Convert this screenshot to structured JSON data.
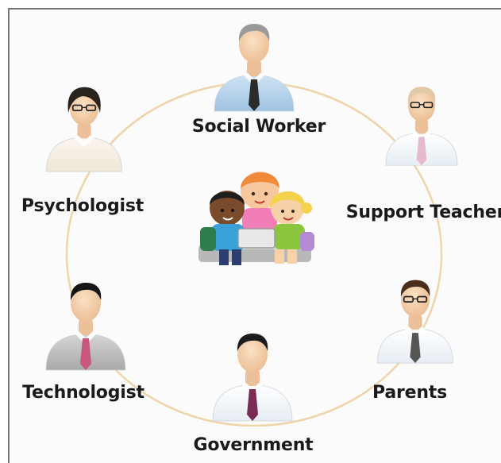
{
  "diagram": {
    "center_image": "children-group-illustration",
    "roles": [
      {
        "key": "social",
        "label": "Social Worker",
        "icon": "person-icon",
        "tie_color": "#2b2b2b"
      },
      {
        "key": "psych",
        "label": "Psychologist",
        "icon": "person-icon",
        "tie_color": "none"
      },
      {
        "key": "support",
        "label": "Support Teacher",
        "icon": "person-icon",
        "tie_color": "#e7b9cc"
      },
      {
        "key": "tech",
        "label": "Technologist",
        "icon": "person-icon",
        "tie_color": "#c9577b"
      },
      {
        "key": "parents",
        "label": "Parents",
        "icon": "person-icon",
        "tie_color": "#555555"
      },
      {
        "key": "gov",
        "label": "Government",
        "icon": "person-icon",
        "tie_color": "#7a2b56"
      }
    ],
    "connector_color": "#f0d3a6"
  }
}
